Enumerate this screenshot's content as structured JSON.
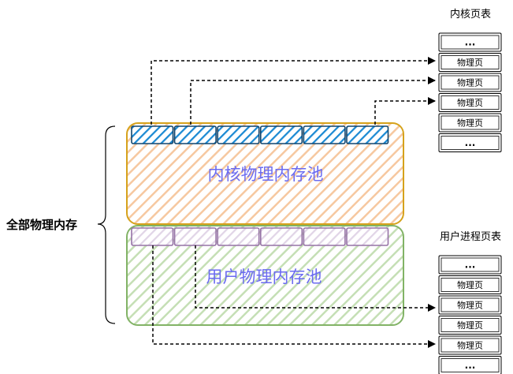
{
  "diagram": {
    "total_memory_label": "全部物理内存",
    "kernel_pool_label": "内核物理内存池",
    "user_pool_label": "用户物理内存池",
    "kernel_page_table_title": "内核页表",
    "user_page_table_title": "用户进程页表",
    "page_table_entries": [
      "...",
      "物理页",
      "物理页",
      "物理页",
      "物理页",
      "..."
    ],
    "kernel_pool_cells": 6,
    "user_pool_cells": 6,
    "colors": {
      "kernel_pool_border": "#d6a21c",
      "kernel_pool_hatch": "#f6c8a0",
      "user_pool_border": "#82b366",
      "user_pool_hatch": "#c5dfb5",
      "kernel_cell_fill": "#1b8ad3",
      "user_cell_fill": "#e1d5e7",
      "user_cell_border": "#9673a6",
      "pool_text": "#6b6bf0"
    }
  }
}
